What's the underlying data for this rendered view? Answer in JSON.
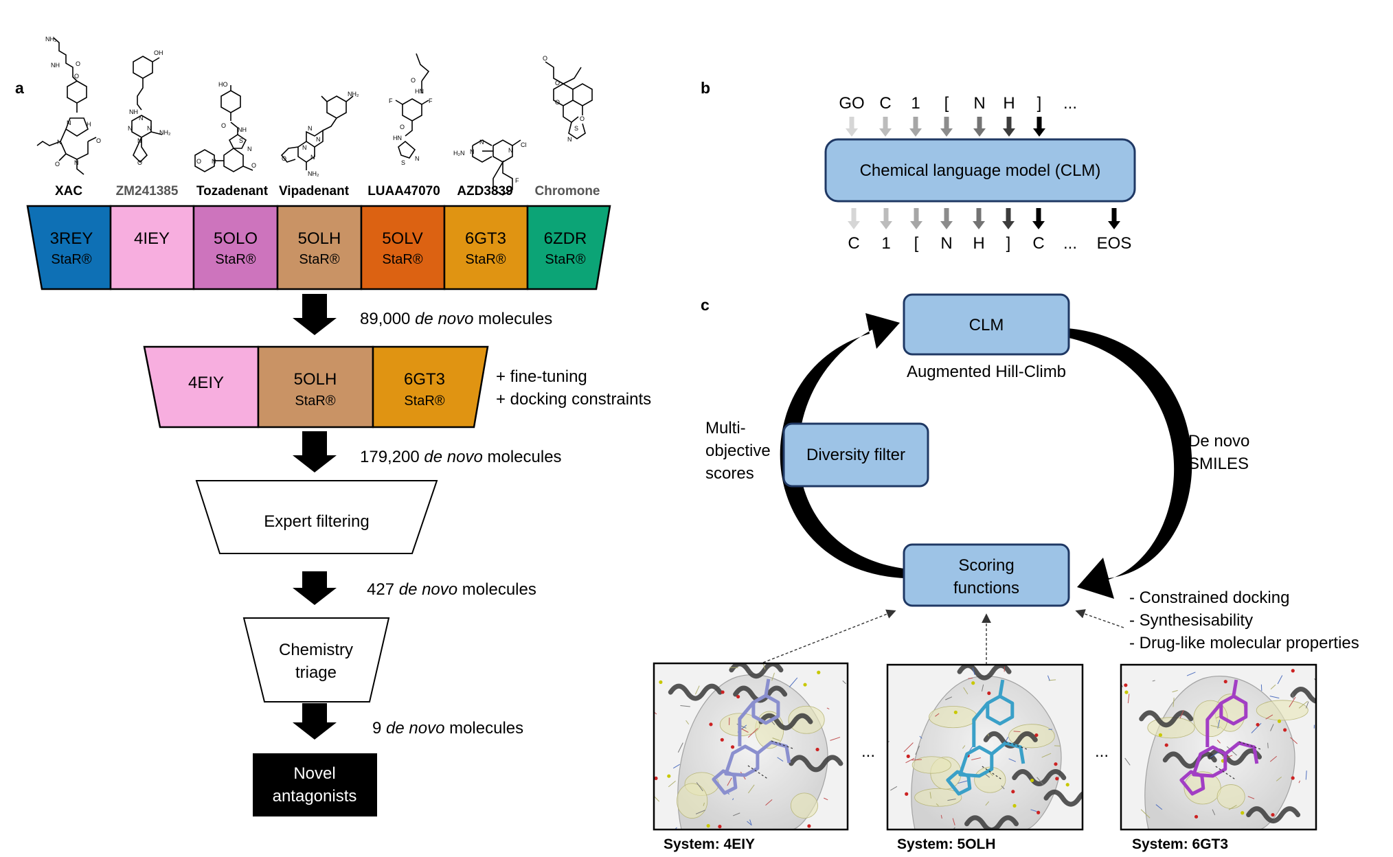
{
  "panel_labels": {
    "a": "a",
    "b": "b",
    "c": "c"
  },
  "panel_a": {
    "molecules": [
      {
        "name": "XAC"
      },
      {
        "name": "ZM241385"
      },
      {
        "name": "Tozadenant"
      },
      {
        "name": "Vipadenant"
      },
      {
        "name": "LUAA47070"
      },
      {
        "name": "AZD3839"
      },
      {
        "name": "Chromone"
      }
    ],
    "structure_atoms": {
      "xac": [
        "NH₂",
        "NH",
        "O",
        "O",
        "N",
        "N",
        "N",
        "H",
        "O",
        "O"
      ],
      "zm": [
        "OH",
        "NH",
        "N",
        "N",
        "N",
        "N",
        "NH₂",
        "O"
      ],
      "toza": [
        "HO",
        "NH",
        "O",
        "S",
        "N",
        "N",
        "O",
        "O"
      ],
      "vipa": [
        "NH₂",
        "N",
        "N",
        "N",
        "N",
        "O",
        "NH₂"
      ],
      "luaa": [
        "O",
        "HN",
        "F",
        "F",
        "O",
        "HN",
        "S",
        "N"
      ],
      "azd": [
        "N",
        "Cl",
        "N",
        "N",
        "H₂N",
        "F"
      ],
      "chromone": [
        "O",
        "O",
        "O",
        "O",
        "S",
        "N"
      ]
    },
    "row1_structures": [
      {
        "code": "3REY",
        "tag": "StaR®",
        "color": "#0e70b5"
      },
      {
        "code": "4IEY",
        "tag": "",
        "color": "#f7aedf"
      },
      {
        "code": "5OLO",
        "tag": "StaR®",
        "color": "#cd74bd"
      },
      {
        "code": "5OLH",
        "tag": "StaR®",
        "color": "#c99365"
      },
      {
        "code": "5OLV",
        "tag": "StaR®",
        "color": "#dc6212"
      },
      {
        "code": "6GT3",
        "tag": "StaR®",
        "color": "#e09412"
      },
      {
        "code": "6ZDR",
        "tag": "StaR®",
        "color": "#0ca476"
      }
    ],
    "step1": {
      "count": "89,000 ",
      "em": "de novo",
      "suffix": " molecules"
    },
    "row2_structures": [
      {
        "code": "4EIY",
        "tag": "",
        "color": "#f7aedf"
      },
      {
        "code": "5OLH",
        "tag": "StaR®",
        "color": "#c99365"
      },
      {
        "code": "6GT3",
        "tag": "StaR®",
        "color": "#e09412"
      }
    ],
    "row2_notes": [
      "+ fine-tuning",
      "+ docking constraints"
    ],
    "step2": {
      "count": "179,200 ",
      "em": "de novo",
      "suffix": " molecules"
    },
    "expert_filtering": "Expert filtering",
    "step3": {
      "count": "427 ",
      "em": "de novo",
      "suffix": " molecules"
    },
    "chemistry_triage": [
      "Chemistry",
      "triage"
    ],
    "step4": {
      "count": "9 ",
      "em": "de novo",
      "suffix": " molecules"
    },
    "final_box": [
      "Novel",
      "antagonists"
    ]
  },
  "panel_b": {
    "input_tokens": [
      "GO",
      "C",
      "1",
      "[",
      "N",
      "H",
      "]",
      "..."
    ],
    "model_label": "Chemical language model (CLM)",
    "output_tokens": [
      "C",
      "1",
      "[",
      "N",
      "H",
      "]",
      "C",
      "...",
      "EOS"
    ],
    "colors": {
      "shades": [
        "#d6d6d6",
        "#bcbcbc",
        "#a6a6a6",
        "#8c8c8c",
        "#737373",
        "#3c3c3c",
        "#000000",
        "#000000"
      ],
      "box_fill": "#9dc3e6",
      "box_stroke": "#1f3864"
    }
  },
  "panel_c": {
    "clm": "CLM",
    "ahc": "Augmented Hill-Climb",
    "diversity_filter": "Diversity filter",
    "multi_objective": [
      "Multi-",
      "objective",
      "scores"
    ],
    "de_novo_smiles": [
      "De novo",
      "SMILES"
    ],
    "scoring": [
      "Scoring",
      "functions"
    ],
    "bullets": [
      "- Constrained docking",
      "- Synthesisability",
      "- Drug-like molecular properties"
    ],
    "ellipsis": "...",
    "systems": [
      {
        "label": "System: 4EIY",
        "ligand_color": "#8a8fce"
      },
      {
        "label": "System: 5OLH",
        "ligand_color": "#3aa0c8"
      },
      {
        "label": "System: 6GT3",
        "ligand_color": "#a23ec4"
      }
    ]
  }
}
